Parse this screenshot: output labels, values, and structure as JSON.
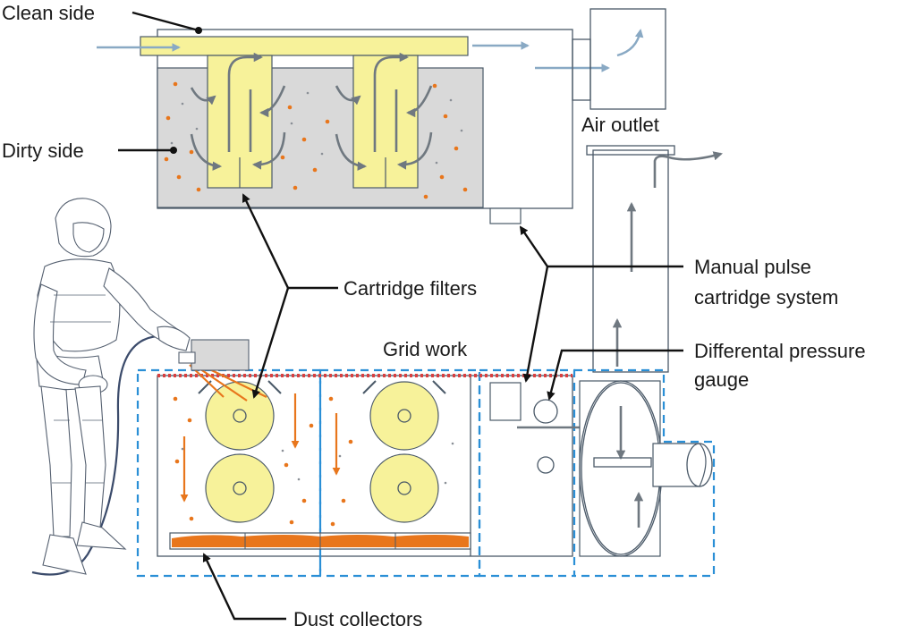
{
  "labels": {
    "clean_side": "Clean side",
    "dirty_side": "Dirty side",
    "air_outlet": "Air outlet",
    "cartridge_filters": "Cartridge filters",
    "manual_pulse_line1": "Manual pulse",
    "manual_pulse_line2": "cartridge system",
    "grid_work": "Grid work",
    "diff_pressure_line1": "Differental pressure",
    "diff_pressure_line2": "gauge",
    "dust_collectors": "Dust collectors"
  },
  "colors": {
    "cartridge": "#f7f29a",
    "dirty_chamber": "#d9d9d9",
    "dust": "#e8761c",
    "dashed_outline": "#2a8fd6",
    "grid_work": "#d94040",
    "airflow": "#6f7880",
    "incoming_air": "#89a9c4"
  }
}
